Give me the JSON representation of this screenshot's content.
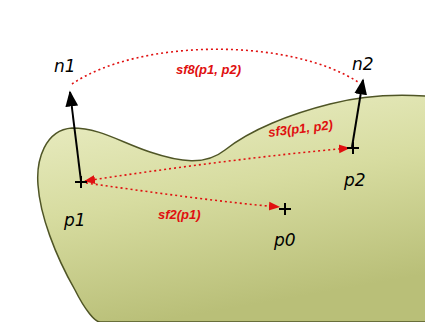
{
  "diagram": {
    "labels": [
      "n1",
      "n2",
      "sf8(p1, p2)",
      "sf3(p1, p2)",
      "sf2(p1)",
      "p1",
      "p2",
      "p0"
    ]
  }
}
